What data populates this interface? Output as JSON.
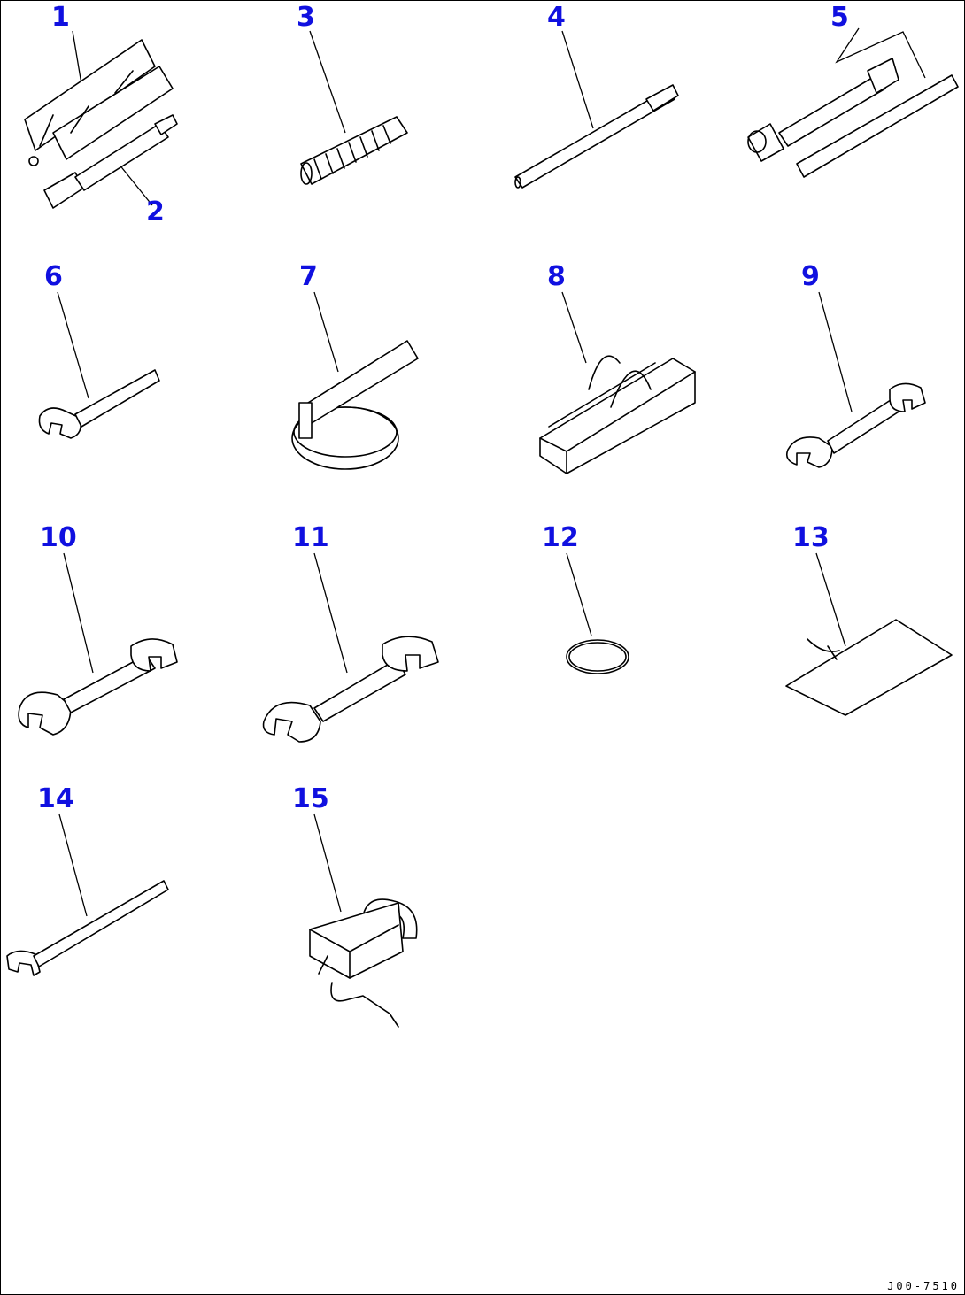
{
  "colors": {
    "label": "#1010e0",
    "line": "#000000",
    "background": "#ffffff"
  },
  "labels": [
    "1",
    "2",
    "3",
    "4",
    "5",
    "6",
    "7",
    "8",
    "9",
    "10",
    "11",
    "12",
    "13",
    "14",
    "15"
  ],
  "drawing_id": "J00-7510"
}
